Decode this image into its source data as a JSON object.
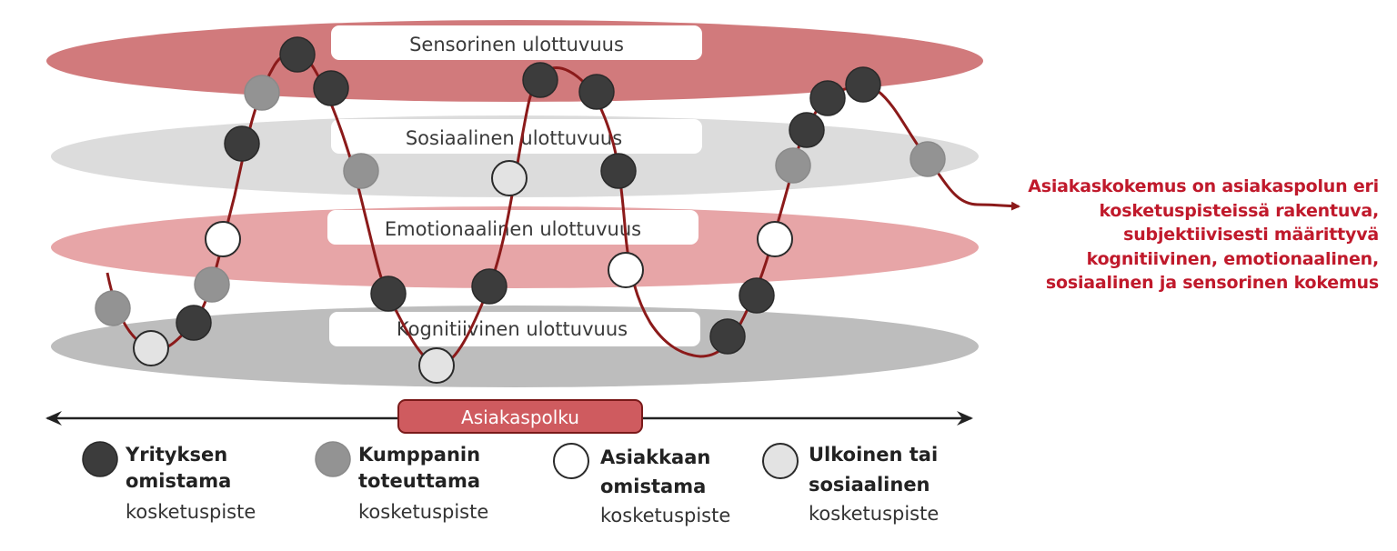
{
  "dimensions": [
    {
      "label": "Sensorinen ulottuvuus",
      "color": "#d17a7c"
    },
    {
      "label": "Sosiaalinen ulottuvuus",
      "color": "#dcdcdc"
    },
    {
      "label": "Emotionaalinen ulottuvuus",
      "color": "#e7a5a7"
    },
    {
      "label": "Kognitiivinen ulottuvuus",
      "color": "#bdbdbd"
    }
  ],
  "path_label": "Asiakaspolku",
  "legend": [
    {
      "bold_line1": "Yrityksen",
      "bold_line2": "omistama",
      "normal": "kosketuspiste",
      "color": "#3c3c3c"
    },
    {
      "bold_line1": "Kumppanin",
      "bold_line2": "toteuttama",
      "normal": "kosketuspiste",
      "color": "#939393"
    },
    {
      "bold_line1": "Asiakkaan",
      "bold_line2": "omistama",
      "normal": "kosketuspiste",
      "color": "#ffffff"
    },
    {
      "bold_line1": "Ulkoinen tai",
      "bold_line2": "sosiaalinen",
      "normal": "kosketuspiste",
      "color": "#e3e3e3"
    }
  ],
  "caption": "Asiakaskokemus on asiakaspolun eri kosketuspisteissä rakentuva, subjektiivisesti määrittyvä kognitiivinen, emotionaalinen, sosiaalinen ja sensorinen kokemus",
  "colors": {
    "accent": "#c0192b",
    "curve": "#8b1a1a",
    "path_box": "#cf5b5f"
  }
}
